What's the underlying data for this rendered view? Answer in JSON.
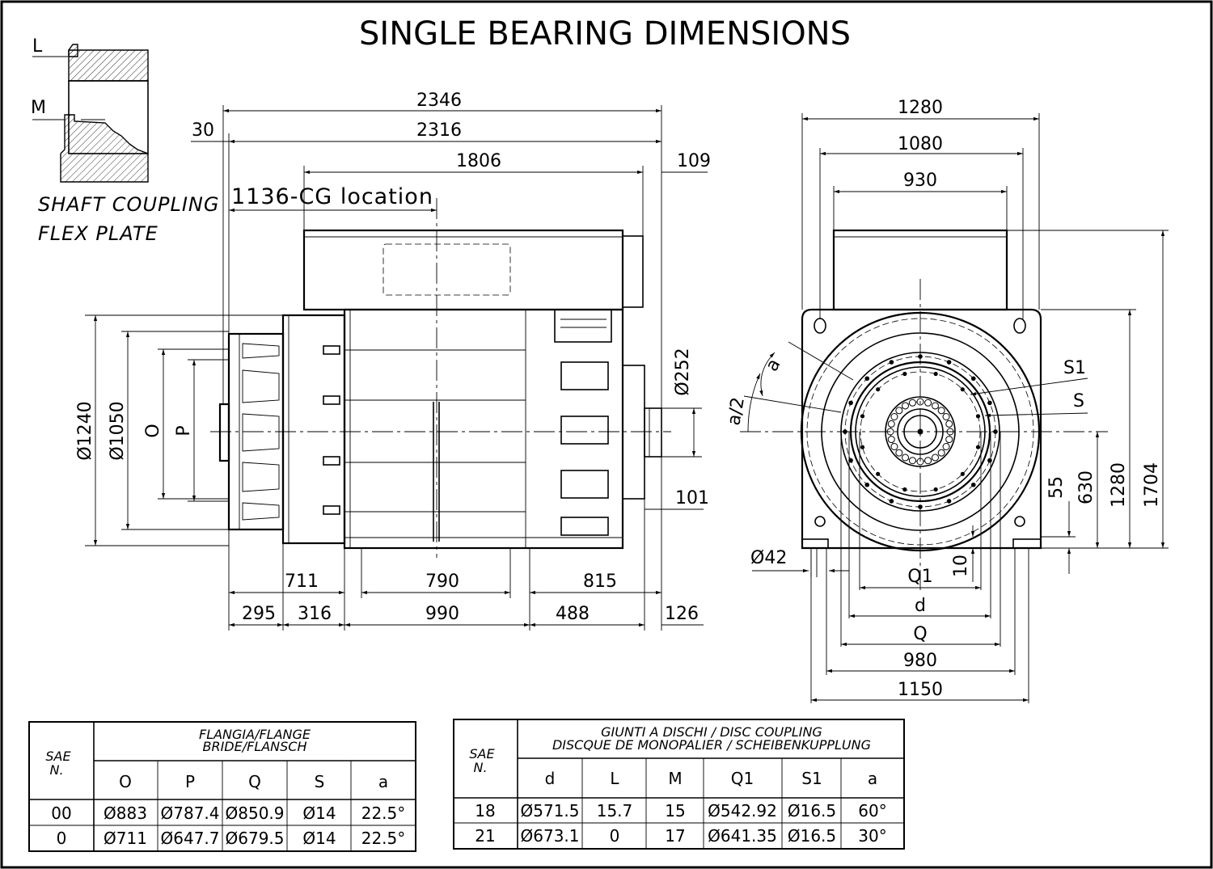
{
  "title": "SINGLE BEARING DIMENSIONS",
  "shaft_coupling": {
    "line1": "SHAFT COUPLING",
    "line2": "FLEX PLATE",
    "L": "L",
    "M": "M"
  },
  "side_view": {
    "d2346": "2346",
    "d2316": "2316",
    "d30": "30",
    "d1806": "1806",
    "d109": "109",
    "cg": "1136-CG location",
    "d1240": "Ø1240",
    "d1050": "Ø1050",
    "O": "O",
    "P": "P",
    "d252": "Ø252",
    "d101": "101",
    "d711": "711",
    "d790": "790",
    "d815": "815",
    "d295": "295",
    "d316": "316",
    "d990": "990",
    "d488": "488",
    "d126": "126"
  },
  "front_view": {
    "d1280w": "1280",
    "d1080": "1080",
    "d930": "930",
    "S1": "S1",
    "S": "S",
    "a": "a",
    "a2": "a/2",
    "d55": "55",
    "d630": "630",
    "d1280h": "1280",
    "d1704": "1704",
    "d42": "Ø42",
    "d10": "10",
    "Q1": "Q1",
    "d": "d",
    "Q": "Q",
    "d980": "980",
    "d1150": "1150"
  },
  "flange_table": {
    "sae": "SAE",
    "n": "N.",
    "header1": "FLANGIA/FLANGE",
    "header2": "BRIDE/FLANSCH",
    "columns": [
      "O",
      "P",
      "Q",
      "S",
      "a"
    ],
    "rows": [
      {
        "sae": "00",
        "cells": [
          "Ø883",
          "Ø787.4",
          "Ø850.9",
          "Ø14",
          "22.5°"
        ]
      },
      {
        "sae": "0",
        "cells": [
          "Ø711",
          "Ø647.7",
          "Ø679.5",
          "Ø14",
          "22.5°"
        ]
      }
    ]
  },
  "coupling_table": {
    "sae": "SAE",
    "n": "N.",
    "header1": "GIUNTI A DISCHI / DISC COUPLING",
    "header2": "DISCQUE DE MONOPALIER / SCHEIBENKUPPLUNG",
    "columns": [
      "d",
      "L",
      "M",
      "Q1",
      "S1",
      "a"
    ],
    "rows": [
      {
        "sae": "18",
        "cells": [
          "Ø571.5",
          "15.7",
          "15",
          "Ø542.92",
          "Ø16.5",
          "60°"
        ]
      },
      {
        "sae": "21",
        "cells": [
          "Ø673.1",
          "0",
          "17",
          "Ø641.35",
          "Ø16.5",
          "30°"
        ]
      }
    ]
  }
}
